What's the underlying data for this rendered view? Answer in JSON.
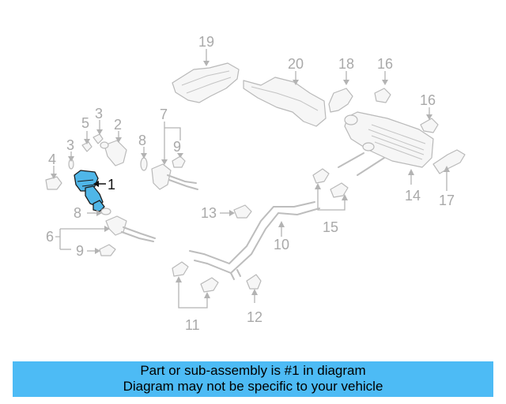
{
  "diagram": {
    "callouts": {
      "c1": "1",
      "c2": "2",
      "c3a": "3",
      "c3b": "3",
      "c4": "4",
      "c5": "5",
      "c6": "6",
      "c7": "7",
      "c8a": "8",
      "c8b": "8",
      "c9a": "9",
      "c9b": "9",
      "c10": "10",
      "c11": "11",
      "c12": "12",
      "c13": "13",
      "c14": "14",
      "c15": "15",
      "c16a": "16",
      "c16b": "16",
      "c17": "17",
      "c18": "18",
      "c19": "19",
      "c20": "20"
    },
    "highlight_color": "#4fb6e8"
  },
  "banner": {
    "line1": "Part or sub-assembly is #1 in diagram",
    "line2": "Diagram may not be specific to your vehicle",
    "color": "#4dbbf5"
  }
}
